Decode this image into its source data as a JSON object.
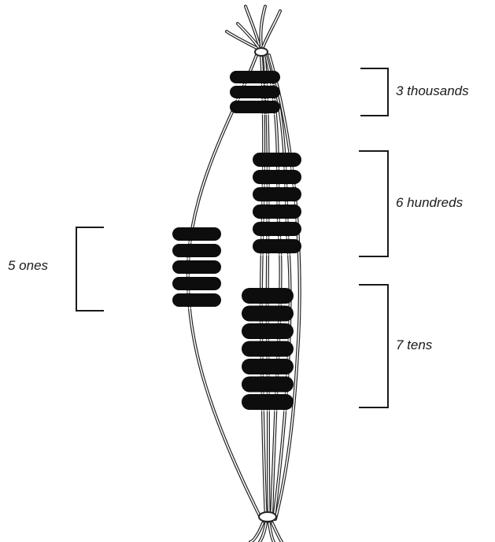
{
  "labels": {
    "thousands": "3 thousands",
    "hundreds": "6 hundreds",
    "tens": "7 tens",
    "ones": "5 ones"
  },
  "groups": {
    "thousands": 3,
    "hundreds": 6,
    "tens": 7,
    "ones": 5
  },
  "colors": {
    "bead": "#0d0d0d",
    "cord": "#ffffff",
    "cord_outline": "#222222",
    "ink": "#1a1a1a"
  }
}
